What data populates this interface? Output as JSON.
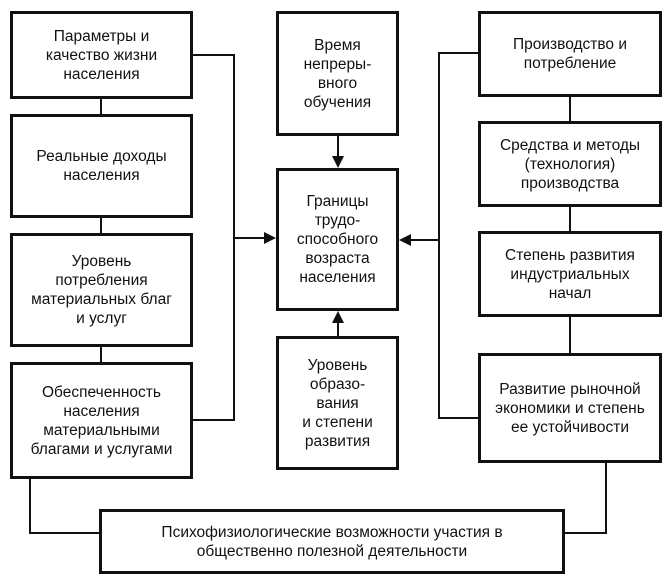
{
  "diagram": {
    "left_boxes": [
      "Параметры и\nкачество жизни\nнаселения",
      "Реальные доходы\nнаселения",
      "Уровень\nпотребления\nматериальных благ\nи услуг",
      "Обеспеченность\nнаселения\nматериальными\nблагами и услугами"
    ],
    "center_top": "Время\nнепреры-\nвного\nобучения",
    "center_main": "Границы\nтрудо-\nспособного\nвозраста\nнаселения",
    "center_bottom": "Уровень\nобразо-\nвания\nи степени\nразвития",
    "right_boxes": [
      "Производство и\nпотребление",
      "Средства и методы\n(технология)\nпроизводства",
      "Степень развития\nиндустриальных\nначал",
      "Развитие рыночной\nэкономики и степень\nее устойчивости"
    ],
    "bottom_box": "Психофизиологические возможности участия в\nобщественно полезной деятельности"
  }
}
